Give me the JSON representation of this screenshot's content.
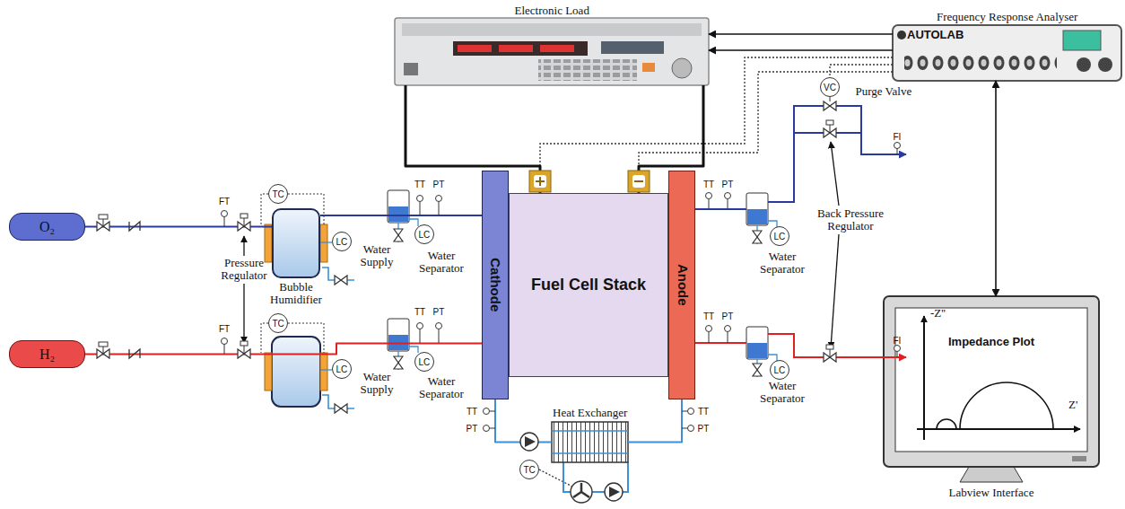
{
  "diagram": {
    "nodes": [
      {
        "text": [
          "Electronic Load"
        ]
      },
      {
        "text": [
          "Frequency Response Analyser",
          "AUTOLAB"
        ]
      },
      {
        "text": [
          "VC"
        ]
      },
      {
        "text": [
          "O₂"
        ]
      },
      {
        "text": [
          "TC"
        ]
      },
      {
        "text": [
          "Bubble Humidifier"
        ]
      },
      {
        "text": [
          "LC"
        ]
      },
      {
        "text": [
          "LC"
        ]
      },
      {
        "text": [
          "Cathode"
        ]
      },
      {
        "text": [
          "Fuel Cell Stack"
        ]
      },
      {
        "text": [
          "Anode"
        ]
      },
      {
        "text": [
          "LC"
        ]
      },
      {
        "text": [
          "Impedance Plot",
          "-Z''",
          "Z'",
          "Labview Interface"
        ]
      },
      {
        "text": [
          "H₂"
        ]
      },
      {
        "text": [
          "TC"
        ]
      },
      {
        "text": [
          "LC"
        ]
      },
      {
        "text": [
          "LC"
        ]
      },
      {
        "text": [
          "LC"
        ]
      },
      {
        "text": [
          "Heat Exchanger"
        ]
      },
      {
        "text": [
          "TC"
        ]
      }
    ],
    "edges": [
      {
        "from": 1,
        "to": 0,
        "arrow": "to"
      },
      {
        "from": 1,
        "to": 0,
        "arrow": "to"
      },
      {
        "from": 1,
        "to": 12,
        "arrow": "both"
      },
      {
        "from": 0,
        "to": 9,
        "arrow": "none"
      },
      {
        "from": 0,
        "to": 9,
        "arrow": "none"
      },
      {
        "from": 3,
        "to": 5,
        "arrow": "none"
      },
      {
        "from": 5,
        "to": 8,
        "arrow": "none"
      },
      {
        "from": 13,
        "to": 8,
        "arrow": "none"
      },
      {
        "from": 18,
        "to": 8,
        "arrow": "none"
      },
      {
        "from": 10,
        "to": 18,
        "arrow": "none"
      }
    ],
    "labels": [
      "Pressure Regulator",
      "Water Supply",
      "Water Supply",
      "Water Separator",
      "Water Separator",
      "Water Separator",
      "Water Separator",
      "Back Pressure Regulator",
      "Purge Valve",
      "FT",
      "FT",
      "TT",
      "TT",
      "TT",
      "TT",
      "TT",
      "TT",
      "PT",
      "PT",
      "PT",
      "PT",
      "PT",
      "PT",
      "FI",
      "FI"
    ]
  }
}
